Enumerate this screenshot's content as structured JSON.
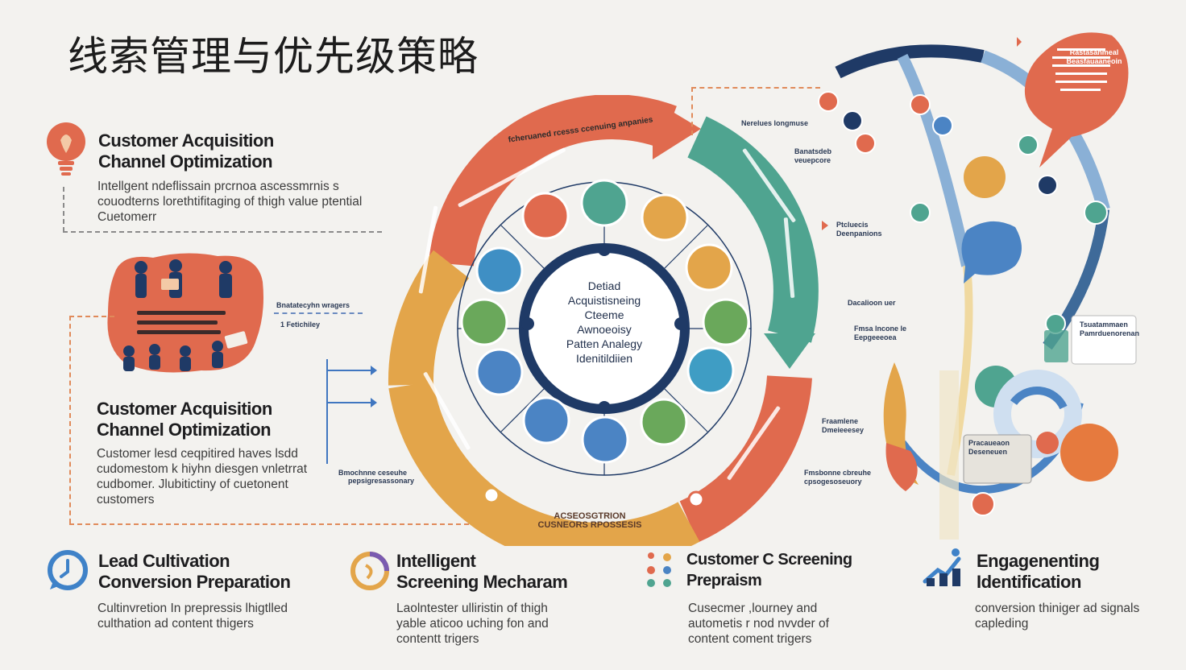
{
  "title": "线索管理与优先级策略",
  "left_sections": [
    {
      "title_line1": "Customer Acquisition",
      "title_line2": "Channel Optimization",
      "desc_line1": "Intellgent ndeflissain prcrnoa ascessmrnis s",
      "desc_line2": "couodterns lorethtifitaging of thigh value ptential",
      "desc_line3": "Cuetomerr"
    },
    {
      "title_line1": "Customer Acquisition",
      "title_line2": "Channel Optimization",
      "desc_line1": "Customer lesd ceqpitired haves lsdd",
      "desc_line2": "cudomestom k hiyhn diesgen vnletrrat",
      "desc_line3": "cudbomer. Jlubitictiny of cuetonent",
      "desc_line4": "customers"
    }
  ],
  "bottom_sections": [
    {
      "title_line1": "Lead Cultivation",
      "title_line2": "Conversion Preparation",
      "desc_line1": "Cultinvretion In prepressis lhigtlled",
      "desc_line2": "culthation ad content thigers"
    },
    {
      "title_line1": "Intelligent",
      "title_line2": "Screening Mecharam",
      "desc_line1": "Laolntester ulliristin of thigh",
      "desc_line2": "yable aticoo uching fon and",
      "desc_line3": "contentt trigers"
    },
    {
      "title_line1": "Customer C Screening",
      "title_line2": "Prepraism",
      "desc_line1": "Cusecmer ,lourney and",
      "desc_line2": "autometis r nod nvvder of",
      "desc_line3": "content coment trigers"
    },
    {
      "title_line1": "Engagenenting",
      "title_line2": "Identification",
      "desc_line1": "conversion thiniger ad signals",
      "desc_line2": "capleding"
    }
  ],
  "center": {
    "line1": "Detiad",
    "line2": "Acquistisneing",
    "line3": "Cteeme",
    "line4": "Awnoeoisy",
    "line5": "Patten Analegy",
    "line6": "Idenitildiien"
  },
  "ring_labels": {
    "top": "fcheruaned rcesss ccenuing anpanies",
    "bottom_line1": "ACSEOSGTRION",
    "bottom_line2": "CUSNEORS RPOSSESIS"
  },
  "side_labels": {
    "mid_left": "Bnatatecyhn wragers",
    "mid_left_sub": "1  Fetichiley",
    "lower_mid": "Bmochnne ceseuhe",
    "lower_mid_sub": "pepsigresassonary",
    "lower_right": "Fmsbonne cbreuhe",
    "lower_right_sub": "cpsogesoseuory",
    "top_right": "Nerelues longmuse",
    "r1": "Banatsdeb",
    "r1b": "veuepcore",
    "r2": "Ptcluecis",
    "r2b": "Deenpanions",
    "r3": "Dacalioon uer",
    "r4": "Fmsa lncone le",
    "r4b": "Eepgeeeoea",
    "r5": "Fraamlene",
    "r5b": "Dmeieeesey"
  },
  "speech": {
    "line1": "Rastasanmeal",
    "line2": "Beasfauaaneoin",
    "line3": "Tsuatammaen",
    "line4": "Pamrduenorenan",
    "line5": "Pracaueaon",
    "line6": "Deseneuen"
  },
  "colors": {
    "orange": "#e06a4e",
    "amber": "#e3a54a",
    "teal": "#4fa490",
    "navy": "#1f3a66",
    "blue": "#4b84c4",
    "green": "#6aa85b"
  }
}
